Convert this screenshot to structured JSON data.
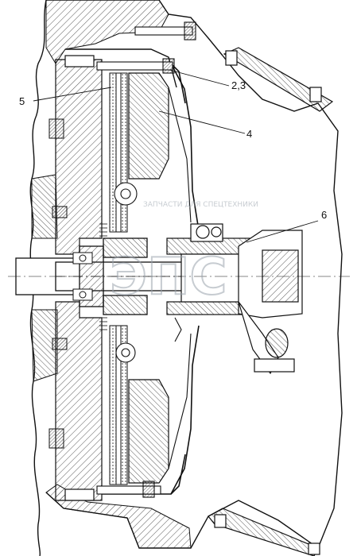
{
  "diagram": {
    "callouts": {
      "c5": "5",
      "c23": "2,3",
      "c4": "4",
      "c6": "6"
    },
    "watermark": {
      "logo_text": "ЭПС",
      "caption": "ЗАПЧАСТИ ДЛЯ СПЕЦТЕХНИКИ"
    },
    "colors": {
      "ink": "#111111",
      "hatch": "#444444",
      "watermark": "#9aa3ad"
    }
  }
}
